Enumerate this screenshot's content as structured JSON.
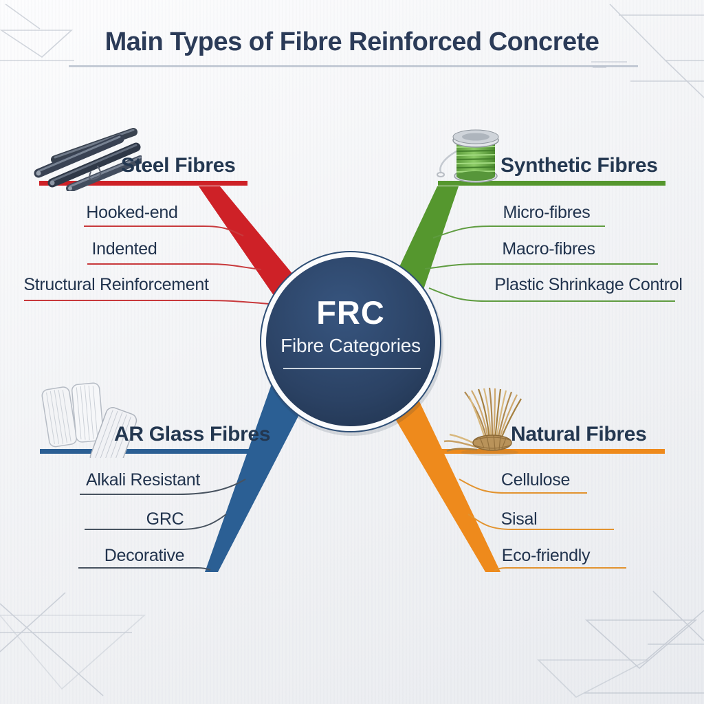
{
  "title": {
    "text": "Main Types of Fibre Reinforced Concrete"
  },
  "center": {
    "acronym": "FRC",
    "label": "Fibre Categories",
    "fill_color": "#2c4263",
    "text_color": "#ffffff"
  },
  "categories": {
    "steel": {
      "label": "Steel Fibres",
      "color": "#ce2127",
      "icon": "steel-rods-icon",
      "items": [
        "Hooked-end",
        "Indented",
        "Structural Reinforcement"
      ]
    },
    "synthetic": {
      "label": "Synthetic Fibres",
      "color": "#55972e",
      "icon": "thread-spool-icon",
      "items": [
        "Micro-fibres",
        "Macro-fibres",
        "Plastic Shrinkage Control"
      ]
    },
    "glass": {
      "label": "AR Glass Fibres",
      "color": "#2b5f94",
      "icon": "glass-fibre-bundles-icon",
      "items": [
        "Alkali Resistant",
        "GRC",
        "Decorative"
      ]
    },
    "natural": {
      "label": "Natural Fibres",
      "color": "#ee8a1c",
      "icon": "natural-fibre-bundle-icon",
      "items": [
        "Cellulose",
        "Sisal",
        "Eco-friendly"
      ]
    }
  },
  "connector_colors": {
    "steel": "#c8393c",
    "synthetic": "#5f9c40",
    "glass": "#47525f",
    "natural": "#e2932f"
  },
  "ink_color": "#27374f"
}
